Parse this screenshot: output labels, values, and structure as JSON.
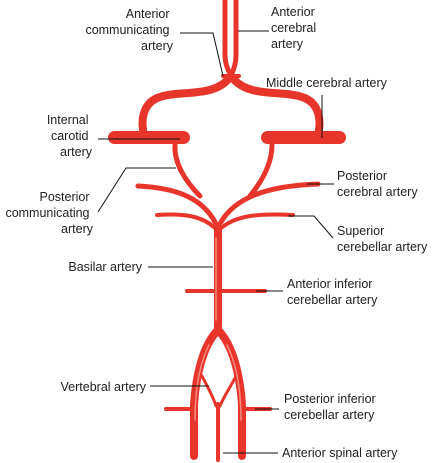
{
  "colors": {
    "artery": "#e8352c",
    "artery_highlight": "#f58a7e",
    "leader": "#111111",
    "text": "#222222"
  },
  "labels": {
    "anterior_communicating_artery": [
      "Anterior",
      "communicating",
      "artery"
    ],
    "anterior_cerebral_artery": [
      "Anterior",
      "cerebral",
      "artery"
    ],
    "middle_cerebral_artery": [
      "Middle cerebral artery"
    ],
    "internal_carotid_artery": [
      "Internal",
      "carotid",
      "artery"
    ],
    "posterior_communicating_artery": [
      "Posterior",
      "communicating",
      "artery"
    ],
    "posterior_cerebral_artery": [
      "Posterior",
      "cerebral artery"
    ],
    "superior_cerebellar_artery": [
      "Superior",
      "cerebellar artery"
    ],
    "basilar_artery": [
      "Basilar artery"
    ],
    "anterior_inferior_cerebellar_artery": [
      "Anterior inferior",
      "cerebellar artery"
    ],
    "vertebral_artery": [
      "Vertebral artery"
    ],
    "posterior_inferior_cerebellar_artery": [
      "Posterior inferior",
      "cerebellar artery"
    ],
    "anterior_spinal_artery": [
      "Anterior spinal artery"
    ]
  }
}
